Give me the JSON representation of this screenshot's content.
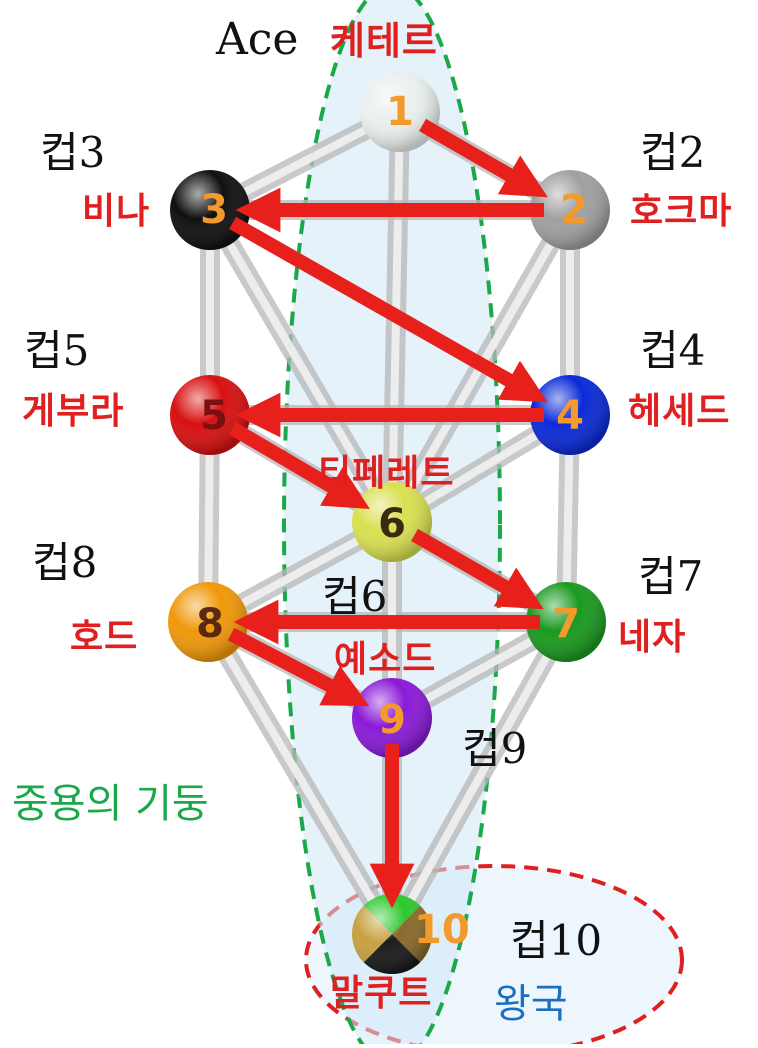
{
  "colors": {
    "red_arrow": "#e8201c",
    "pillar_green": "#1aa84a",
    "kingdom_red": "#e02020",
    "kingdom_blue": "#1a6fc0",
    "pillar_fill": "#cfe8f6",
    "path_gray": "#d4d4d4",
    "number_orange": "#f39a2d"
  },
  "labels": {
    "ace": "Ace",
    "pillar": "중용의 기둥",
    "kingdom": "왕국"
  },
  "sephiroth": [
    {
      "id": "1",
      "name": "케테르",
      "cup": "",
      "color": "#e9f0ee",
      "num_color": "#f39a2d",
      "icon": "sphere-white"
    },
    {
      "id": "2",
      "name": "호크마",
      "cup": "컵2",
      "color": "#a0a0a0",
      "num_color": "#f39a2d",
      "icon": "sphere-gray"
    },
    {
      "id": "3",
      "name": "비나",
      "cup": "컵3",
      "color": "#101010",
      "num_color": "#f39a2d",
      "icon": "sphere-black"
    },
    {
      "id": "4",
      "name": "헤세드",
      "cup": "컵4",
      "color": "#0a2ad8",
      "num_color": "#f39a2d",
      "icon": "sphere-blue"
    },
    {
      "id": "5",
      "name": "게부라",
      "cup": "컵5",
      "color": "#d81010",
      "num_color": "#7a1010",
      "icon": "sphere-red"
    },
    {
      "id": "6",
      "name": "티페레트",
      "cup": "컵6",
      "color": "#d8e050",
      "num_color": "#3a2a10",
      "icon": "sphere-yellow"
    },
    {
      "id": "7",
      "name": "네자",
      "cup": "컵7",
      "color": "#1a9a20",
      "num_color": "#f39a2d",
      "icon": "sphere-green"
    },
    {
      "id": "8",
      "name": "호드",
      "cup": "컵8",
      "color": "#f0980a",
      "num_color": "#5a2a10",
      "icon": "sphere-orange"
    },
    {
      "id": "9",
      "name": "예소드",
      "cup": "컵9",
      "color": "#8a1ad8",
      "num_color": "#f39a2d",
      "icon": "sphere-purple"
    },
    {
      "id": "10",
      "name": "말쿠트",
      "cup": "컵10",
      "color": "#c8a040",
      "num_color": "#f39a2d",
      "icon": "sphere-quartered"
    }
  ],
  "flow": [
    "1",
    "2",
    "3",
    "4",
    "5",
    "6",
    "7",
    "8",
    "9",
    "10"
  ]
}
